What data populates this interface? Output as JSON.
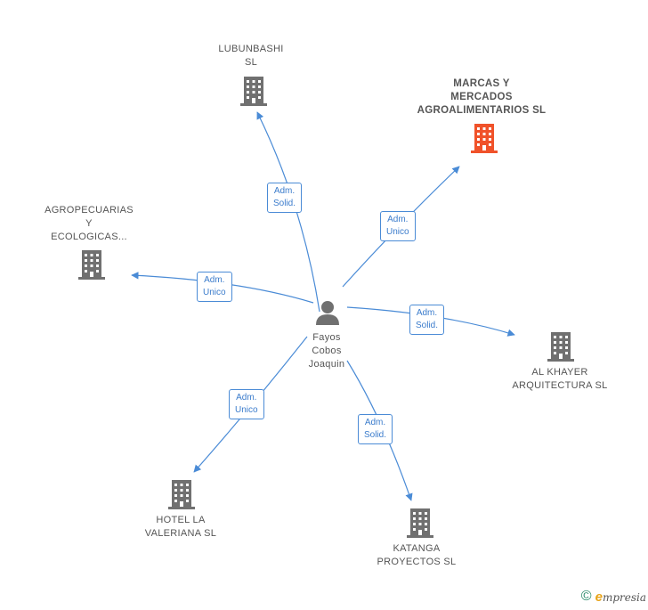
{
  "center": {
    "name": "Fayos\nCobos\nJoaquin"
  },
  "companies": [
    {
      "id": "lubunbashi",
      "name": "LUBUNBASHI\nSL",
      "highlight": false
    },
    {
      "id": "marcas",
      "name": "MARCAS Y\nMERCADOS\nAGROALIMENTARIOS SL",
      "highlight": true
    },
    {
      "id": "agropecuarias",
      "name": "AGROPECUARIAS\nY\nECOLOGICAS...",
      "highlight": false
    },
    {
      "id": "alkhayer",
      "name": "AL KHAYER\nARQUITECTURA SL",
      "highlight": false
    },
    {
      "id": "hotel",
      "name": "HOTEL LA\nVALERIANA SL",
      "highlight": false
    },
    {
      "id": "katanga",
      "name": "KATANGA\nPROYECTOS SL",
      "highlight": false
    }
  ],
  "relations": [
    {
      "to": "lubunbashi",
      "label": "Adm.\nSolid."
    },
    {
      "to": "marcas",
      "label": "Adm.\nUnico"
    },
    {
      "to": "agropecuarias",
      "label": "Adm.\nUnico"
    },
    {
      "to": "alkhayer",
      "label": "Adm.\nSolid."
    },
    {
      "to": "hotel",
      "label": "Adm.\nUnico"
    },
    {
      "to": "katanga",
      "label": "Adm.\nSolid."
    }
  ],
  "colors": {
    "edge": "#4a8bd6",
    "building": "#707070",
    "building_highlight": "#f0522a",
    "person": "#707070"
  },
  "footer": {
    "copyright": "©",
    "brand_initial": "e",
    "brand_rest": "mpresia"
  }
}
